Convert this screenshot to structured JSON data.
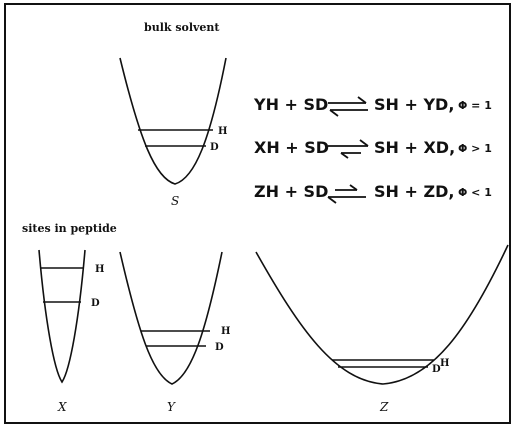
{
  "labels": {
    "bulk_solvent": "bulk solvent",
    "sites_in_peptide": "sites in peptide"
  },
  "wells": {
    "S": {
      "name": "S",
      "level_upper": "H",
      "level_lower": "D"
    },
    "X": {
      "name": "X",
      "level_upper": "H",
      "level_lower": "D"
    },
    "Y": {
      "name": "Y",
      "level_upper": "H",
      "level_lower": "D"
    },
    "Z": {
      "name": "Z",
      "level_upper": "H",
      "level_lower": "D"
    }
  },
  "equations": [
    {
      "left": "YH + SD",
      "right": "SH + YD,",
      "phi": "Φ = 1",
      "arrow": "equal"
    },
    {
      "left": "XH + SD",
      "right": "SH + XD,",
      "phi": "Φ > 1",
      "arrow": "right-favored"
    },
    {
      "left": "ZH + SD",
      "right": "SH + ZD,",
      "phi": "Φ < 1",
      "arrow": "left-favored"
    }
  ],
  "colors": {
    "ink": "#111111",
    "background": "#ffffff"
  }
}
